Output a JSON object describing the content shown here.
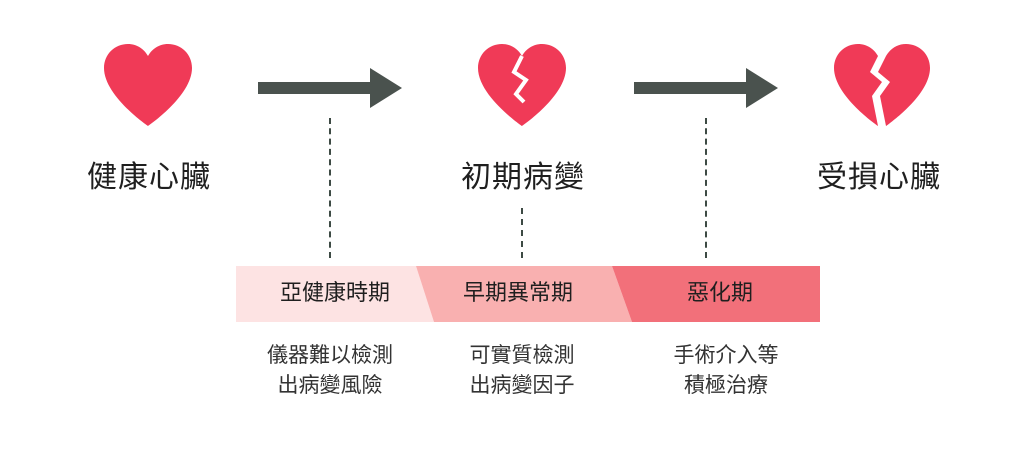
{
  "stages": [
    {
      "label": "健康心臟",
      "icon": "heart-icon"
    },
    {
      "label": "初期病變",
      "icon": "cracked-heart-icon"
    },
    {
      "label": "受損心臟",
      "icon": "broken-heart-icon"
    }
  ],
  "phases": [
    {
      "label": "亞健康時期",
      "note_line1": "儀器難以檢測",
      "note_line2": "出病變風險",
      "color": "#fde3e3"
    },
    {
      "label": "早期異常期",
      "note_line1": "可實質檢測",
      "note_line2": "出病變因子",
      "color": "#f9b0b0"
    },
    {
      "label": "惡化期",
      "note_line1": "手術介入等",
      "note_line2": "積極治療",
      "color": "#f2707a"
    }
  ],
  "colors": {
    "heart": "#f03a57",
    "arrow": "#4a524e",
    "dashed_line": "#3d4a44"
  }
}
